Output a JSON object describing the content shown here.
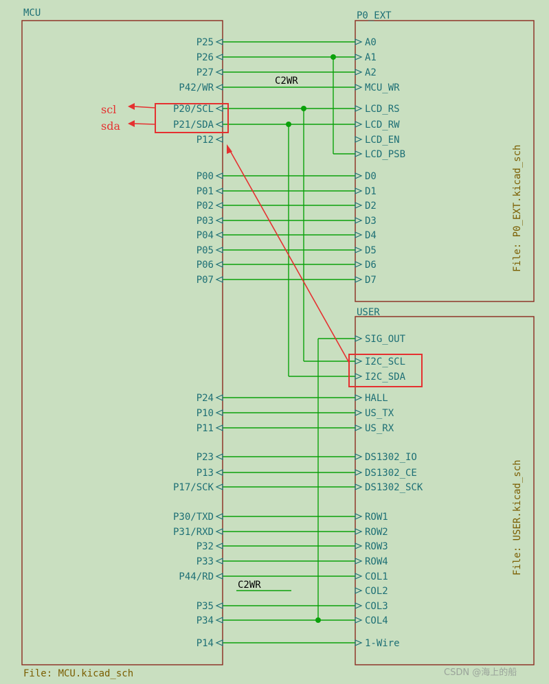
{
  "sheets": {
    "mcu": {
      "title": "MCU",
      "file": "File: MCU.kicad_sch"
    },
    "p0ext": {
      "title": "P0_EXT",
      "file": "File: P0_EXT.kicad_sch"
    },
    "user": {
      "title": "USER",
      "file": "File: USER.kicad_sch"
    }
  },
  "mcu_pins": [
    "P25",
    "P26",
    "P27",
    "P42/WR",
    "P20/SCL",
    "P21/SDA",
    "P12",
    "P00",
    "P01",
    "P02",
    "P03",
    "P04",
    "P05",
    "P06",
    "P07",
    "P24",
    "P10",
    "P11",
    "P23",
    "P13",
    "P17/SCK",
    "P30/TXD",
    "P31/RXD",
    "P32",
    "P33",
    "P44/RD",
    "P35",
    "P34",
    "P14"
  ],
  "p0ext_pins": [
    "A0",
    "A1",
    "A2",
    "MCU_WR",
    "LCD_RS",
    "LCD_RW",
    "LCD_EN",
    "LCD_PSB",
    "D0",
    "D1",
    "D2",
    "D3",
    "D4",
    "D5",
    "D6",
    "D7"
  ],
  "user_pins": [
    "SIG_OUT",
    "I2C_SCL",
    "I2C_SDA",
    "HALL",
    "US_TX",
    "US_RX",
    "DS1302_IO",
    "DS1302_CE",
    "DS1302_SCK",
    "ROW1",
    "ROW2",
    "ROW3",
    "ROW4",
    "COL1",
    "COL2",
    "COL3",
    "COL4",
    "1-Wire"
  ],
  "net_labels": {
    "top": "C2WR",
    "bottom": "C2WR"
  },
  "annotations": {
    "scl": "scl",
    "sda": "sda"
  },
  "watermark": "CSDN @海上的船",
  "colors": {
    "wire": "#0aa10a",
    "sheet_border": "#8b2a1f",
    "pin_text": "#1d6f75",
    "highlight": "#e53030",
    "background": "#c9dfc0"
  }
}
